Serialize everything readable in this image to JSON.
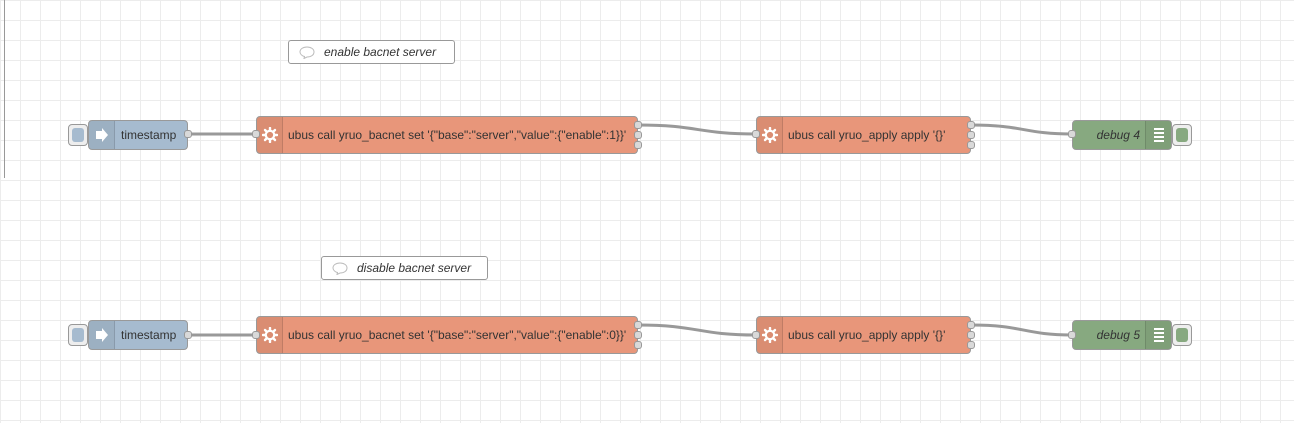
{
  "flows": [
    {
      "comment": "enable bacnet server",
      "inject_label": "timestamp",
      "exec1_label": "ubus call yruo_bacnet set '{\"base\":\"server\",\"value\":{\"enable\":1}}'",
      "exec2_label": "ubus call yruo_apply apply '{}'",
      "debug_label": "debug 4"
    },
    {
      "comment": "disable bacnet server",
      "inject_label": "timestamp",
      "exec1_label": "ubus call yruo_bacnet set '{\"base\":\"server\",\"value\":{\"enable\":0}}'",
      "exec2_label": "ubus call yruo_apply apply '{}'",
      "debug_label": "debug 5"
    }
  ],
  "colors": {
    "inject": "#a6bbcf",
    "exec": "#e8967a",
    "debug": "#87a980",
    "wire": "#999999",
    "grid": "#ececec"
  },
  "icons": {
    "comment": "speech-bubble-icon",
    "inject": "arrow-right-icon",
    "exec": "gear-icon",
    "debug": "list-icon"
  }
}
